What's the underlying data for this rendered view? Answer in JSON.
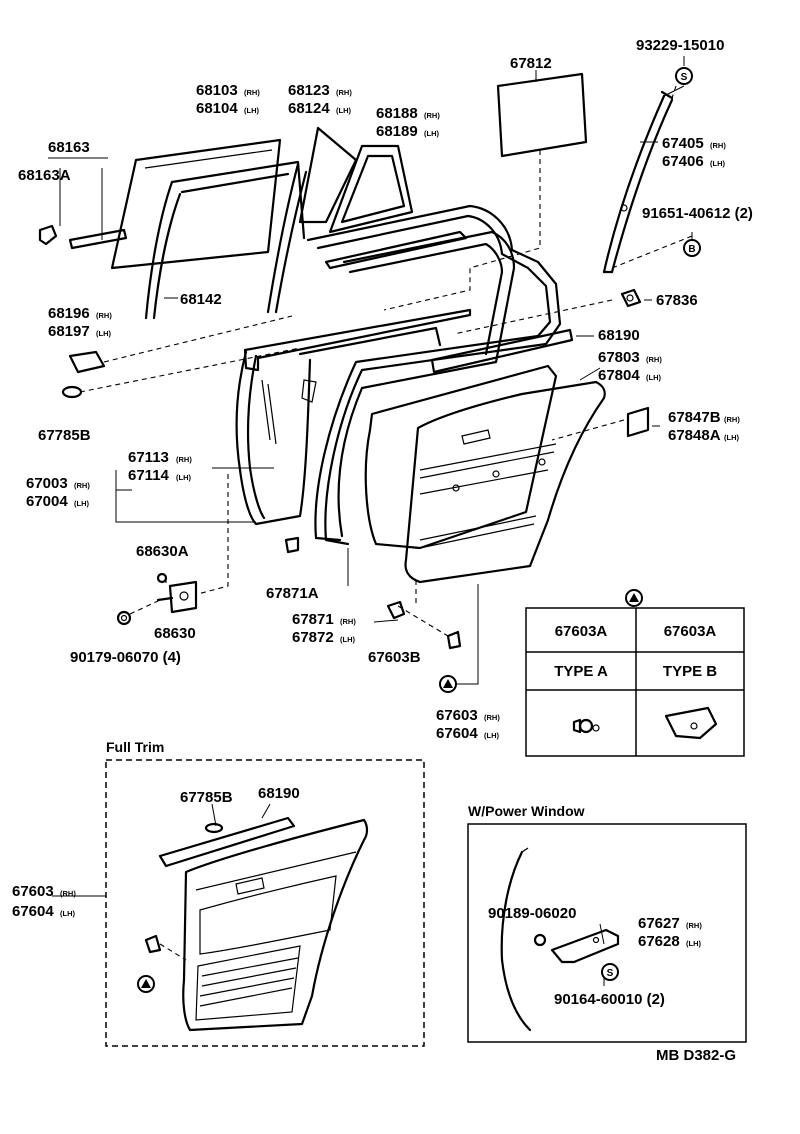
{
  "labels": {
    "p93229": "93229-15010",
    "p67812": "67812",
    "p68103": "68103",
    "p68104": "68104",
    "p68123": "68123",
    "p68124": "68124",
    "p68188": "68188",
    "p68189": "68189",
    "p68163": "68163",
    "p68163a": "68163A",
    "p67405": "67405",
    "p67406": "67406",
    "p91651": "91651-40612 (2)",
    "p68196": "68196",
    "p68197": "68197",
    "p68142": "68142",
    "p67836": "67836",
    "p68190": "68190",
    "p67803": "67803",
    "p67804": "67804",
    "p67785b": "67785B",
    "p67847b": "67847B",
    "p67848a": "67848A",
    "p67113": "67113",
    "p67114": "67114",
    "p67003": "67003",
    "p67004": "67004",
    "p68630a": "68630A",
    "p68630": "68630",
    "p90179": "90179-06070 (4)",
    "p67871a": "67871A",
    "p67871": "67871",
    "p67872": "67872",
    "p67603b": "67603B",
    "p67603": "67603",
    "p67604": "67604",
    "ft67785b": "67785B",
    "ft68190": "68190",
    "ft67603": "67603",
    "ft67604": "67604",
    "pw90189": "90189-06020",
    "pw67627": "67627",
    "pw67628": "67628",
    "pw90164": "90164-60010 (2)"
  },
  "suffix": {
    "rh": "(RH)",
    "lh": "(LH)"
  },
  "markers": {
    "s": "S",
    "b": "B"
  },
  "table": {
    "col1_part": "67603A",
    "col2_part": "67603A",
    "col1_type": "TYPE A",
    "col2_type": "TYPE B"
  },
  "sections": {
    "full_trim": "Full Trim",
    "power_window": "W/Power Window"
  },
  "diagram_code": "MB D382-G"
}
